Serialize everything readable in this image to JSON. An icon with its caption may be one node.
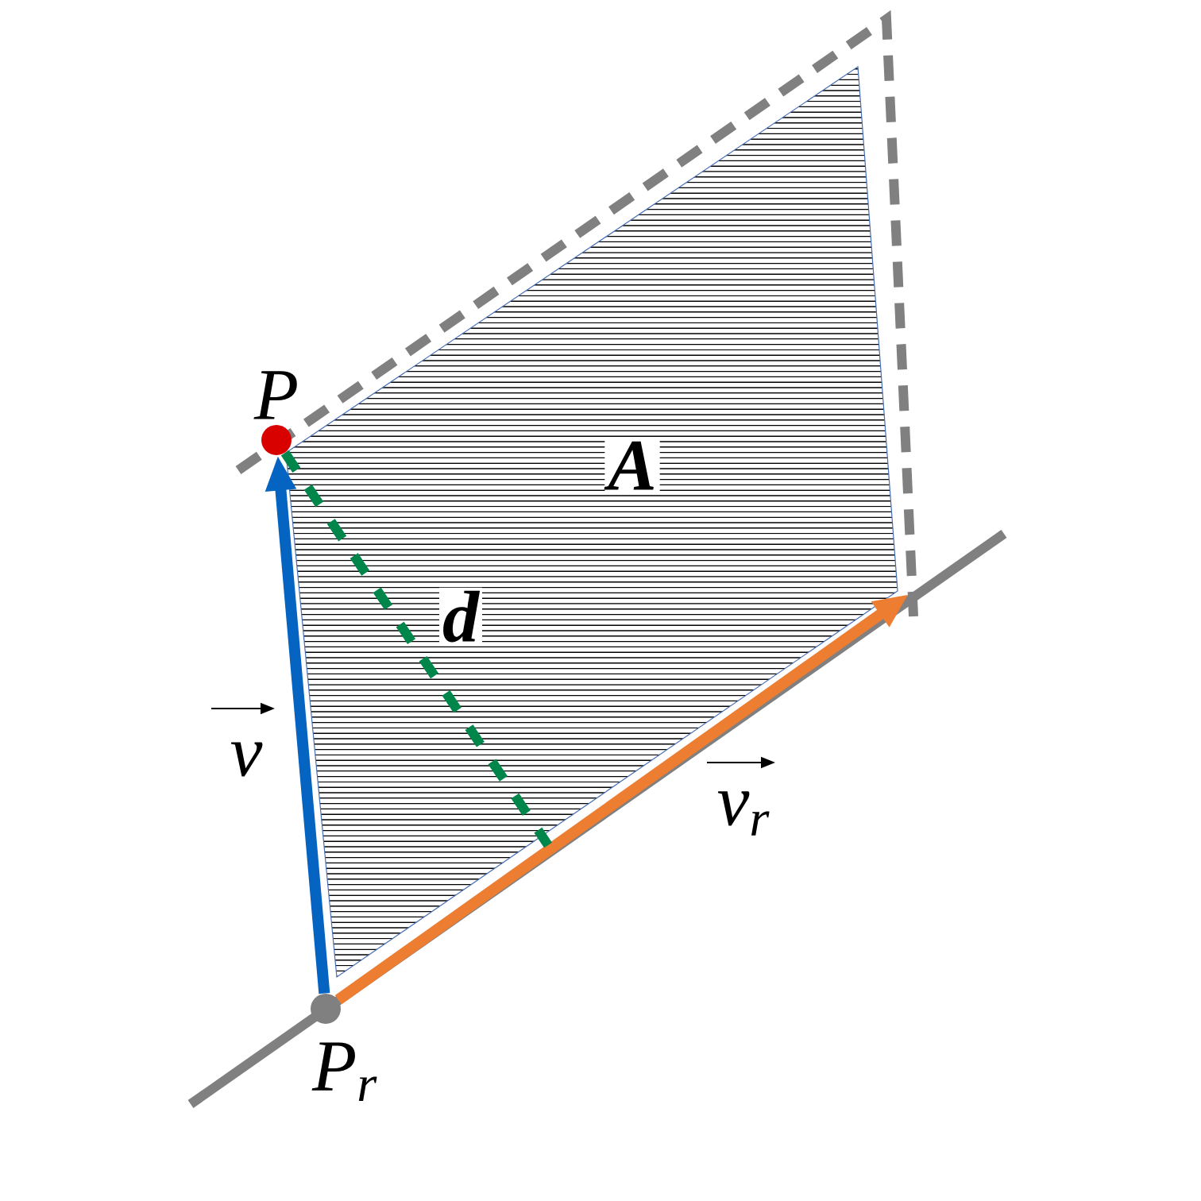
{
  "diagram": {
    "nodes": [
      {
        "text": [
          "P"
        ]
      },
      {
        "text": [
          "P$_{r}$"
        ]
      }
    ],
    "edges": [
      {
        "from": 1,
        "to": 0,
        "arrow": "to",
        "label": "v",
        "color": "#0563c1"
      },
      {
        "from": 1,
        "to": null,
        "arrow": "to",
        "label": "v$_{r}$",
        "color": "#ed7d31"
      },
      {
        "from": 0,
        "to": null,
        "arrow": "none",
        "label": "d",
        "style": "dashed",
        "color": "#00854a"
      }
    ],
    "labels": [
      "A"
    ]
  }
}
